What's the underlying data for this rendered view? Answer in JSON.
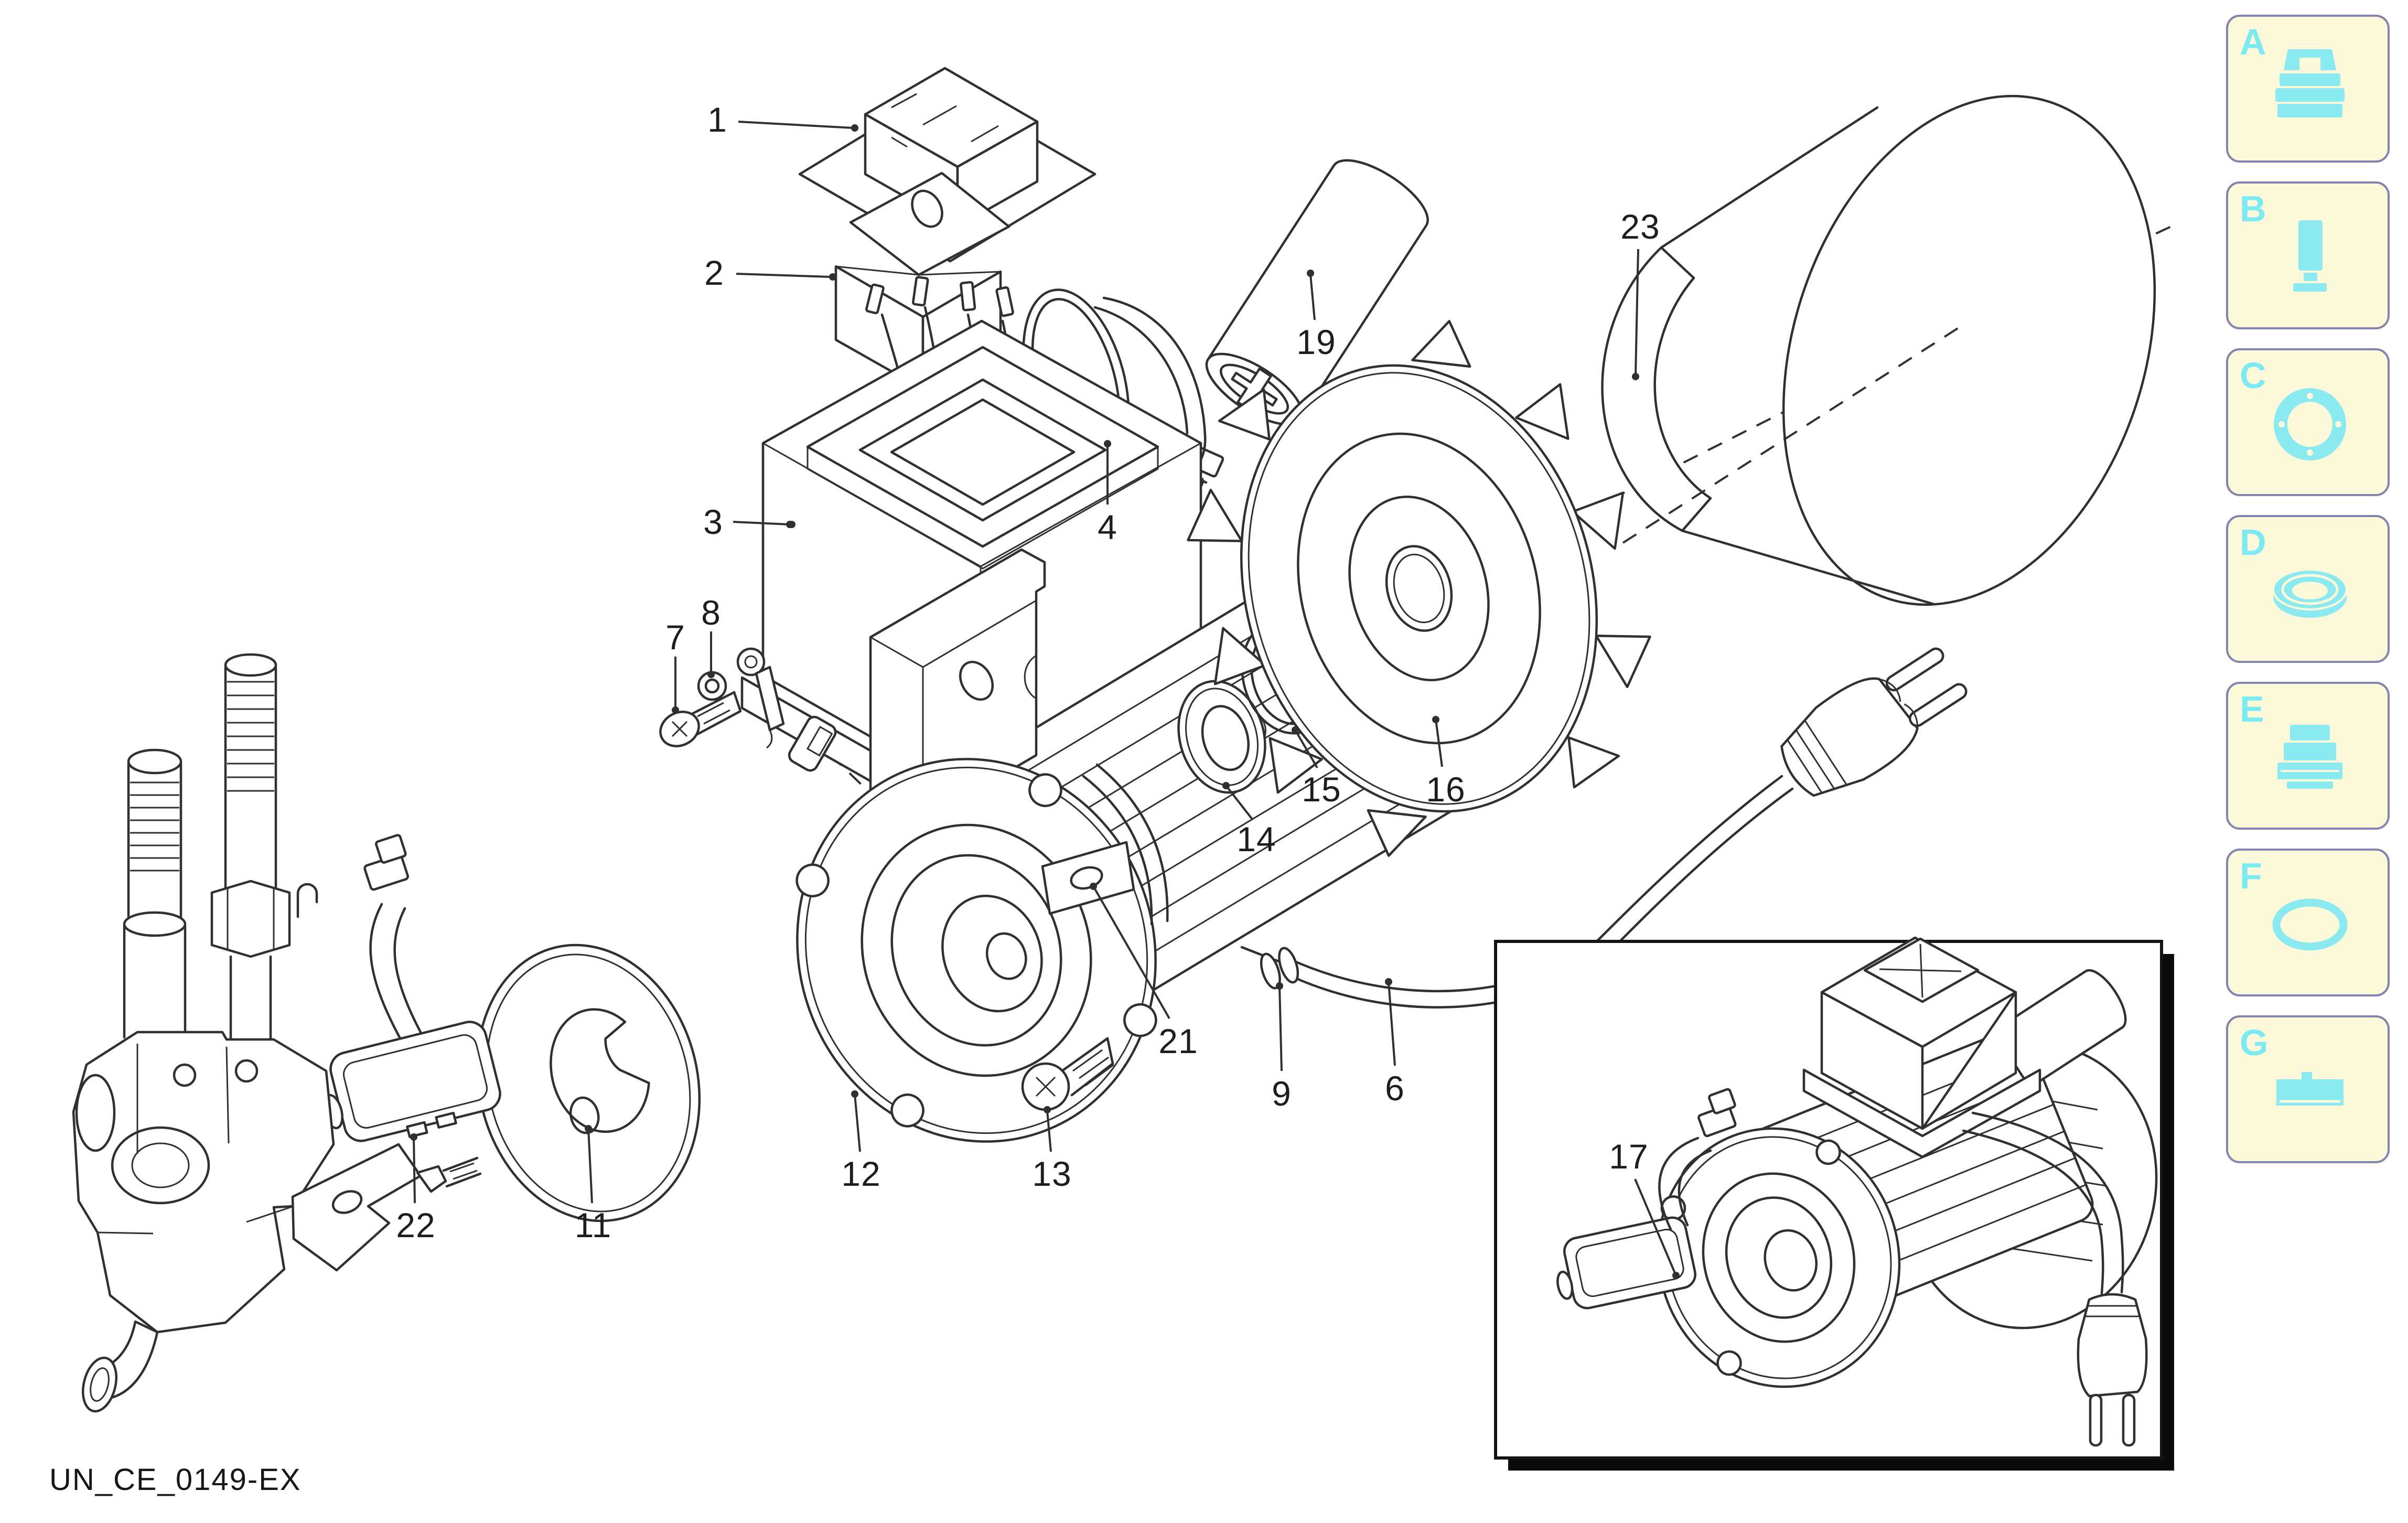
{
  "footer": {
    "code": "UN_CE_0149-EX"
  },
  "colors": {
    "background": "#ffffff",
    "line_art": "#303030",
    "sidebar_box_fill": "#FBF9DA",
    "sidebar_box_border": "#8284AF",
    "sidebar_accent_cyan": "#7DE9F2",
    "icon_cyan": "#8BE9F0",
    "inset_shadow": "#0b0b0b"
  },
  "callouts": {
    "c1": {
      "num": "1"
    },
    "c2": {
      "num": "2"
    },
    "c3": {
      "num": "3"
    },
    "c4": {
      "num": "4"
    },
    "c6": {
      "num": "6"
    },
    "c7": {
      "num": "7"
    },
    "c8": {
      "num": "8"
    },
    "c9": {
      "num": "9"
    },
    "c11": {
      "num": "11"
    },
    "c12": {
      "num": "12"
    },
    "c13": {
      "num": "13"
    },
    "c14": {
      "num": "14"
    },
    "c15": {
      "num": "15"
    },
    "c16": {
      "num": "16"
    },
    "c17": {
      "num": "17"
    },
    "c19": {
      "num": "19"
    },
    "c21": {
      "num": "21"
    },
    "c22": {
      "num": "22"
    },
    "c23": {
      "num": "23"
    }
  },
  "sidebar": {
    "items": [
      {
        "letter": "A",
        "icon": "cable-clamp-icon"
      },
      {
        "letter": "B",
        "icon": "bushing-icon"
      },
      {
        "letter": "C",
        "icon": "flange-gasket-icon"
      },
      {
        "letter": "D",
        "icon": "oil-seal-icon"
      },
      {
        "letter": "E",
        "icon": "stepped-plug-icon"
      },
      {
        "letter": "F",
        "icon": "o-ring-icon"
      },
      {
        "letter": "G",
        "icon": "key-shim-icon"
      }
    ]
  }
}
